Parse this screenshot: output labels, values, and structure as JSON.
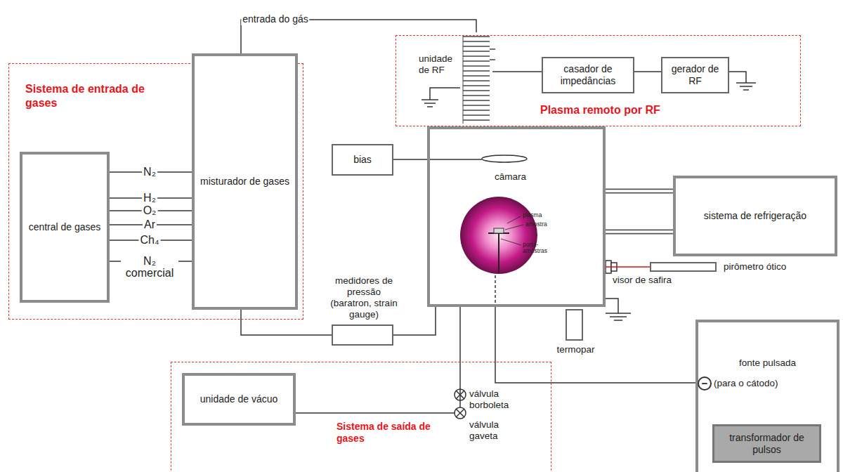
{
  "diagram": {
    "nodes": [
      {
        "text": [
          "Sistema de entrada de gases"
        ]
      },
      {
        "text": [
          "central de gases"
        ],
        "in": 0
      },
      {
        "text": [
          "misturador de gases"
        ],
        "in": 0
      },
      {
        "text": [
          "Plasma remoto por RF"
        ]
      },
      {
        "text": [
          "unidade de RF"
        ],
        "in": 3
      },
      {
        "text": [
          "casador de impedâncias"
        ],
        "in": 3
      },
      {
        "text": [
          "gerador de RF"
        ],
        "in": 3
      },
      {
        "text": [
          "bias"
        ]
      },
      {
        "text": [
          "câmara"
        ]
      },
      {
        "text": [
          "sistema de refrigeração"
        ]
      },
      {
        "text": [
          "medidores de pressão (baratron, strain gauge)"
        ]
      },
      {
        "text": [
          "pirômetro ótico"
        ]
      },
      {
        "text": [
          "termopar"
        ]
      },
      {
        "text": [
          "Sistema de saída de gases"
        ]
      },
      {
        "text": [
          "unidade de vácuo"
        ],
        "in": 13
      },
      {
        "text": [
          "fonte pulsada"
        ]
      },
      {
        "text": [
          "transformador de pulsos"
        ],
        "in": 15
      }
    ],
    "edges": [
      {
        "from": 1,
        "to": 2,
        "arrow": "none",
        "label": "N₂"
      },
      {
        "from": 1,
        "to": 2,
        "arrow": "none",
        "label": "H₂"
      },
      {
        "from": 1,
        "to": 2,
        "arrow": "none",
        "label": "O₂"
      },
      {
        "from": 1,
        "to": 2,
        "arrow": "none",
        "label": "Ar"
      },
      {
        "from": 1,
        "to": 2,
        "arrow": "none",
        "label": "Ch₄"
      },
      {
        "from": 1,
        "to": 2,
        "arrow": "none",
        "label": "N₂ comercial"
      },
      {
        "from": 2,
        "to": 4,
        "arrow": "none",
        "label": "entrada do gás"
      },
      {
        "from": 4,
        "to": 5,
        "arrow": "none"
      },
      {
        "from": 5,
        "to": 6,
        "arrow": "none"
      },
      {
        "from": 7,
        "to": 8,
        "arrow": "none"
      },
      {
        "from": 8,
        "to": 9,
        "arrow": "none"
      },
      {
        "from": 8,
        "to": 9,
        "arrow": "none"
      },
      {
        "from": 2,
        "to": 10,
        "arrow": "none"
      },
      {
        "from": 10,
        "to": 8,
        "arrow": "none"
      },
      {
        "from": 8,
        "to": 11,
        "arrow": "none"
      },
      {
        "from": 8,
        "to": 14,
        "arrow": "none"
      },
      {
        "from": 15,
        "to": 8,
        "arrow": "none"
      }
    ],
    "labels": [
      "plasma",
      "amostra",
      "porta-amostras",
      "visor de safira",
      "válvula borboleta",
      "válvula gaveta",
      "−",
      "(para o cátodo)"
    ]
  }
}
